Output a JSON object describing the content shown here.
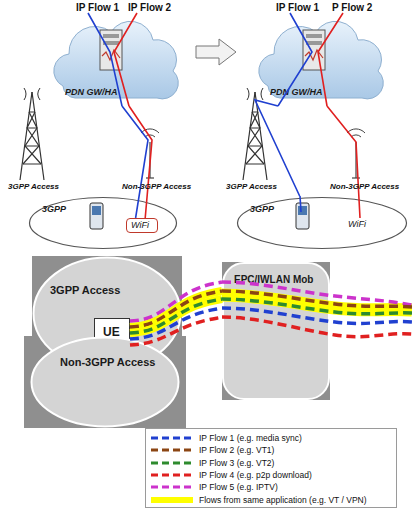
{
  "diagram": {
    "nodes": [
      {
        "text": [
          "PDN GW/HA"
        ]
      },
      {
        "text": [
          "3GPP"
        ]
      },
      {
        "text": [
          "WiFi"
        ],
        "in": 1
      },
      {
        "text": [
          "PDN GW/HA"
        ]
      },
      {
        "text": [
          "3GPP"
        ]
      },
      {
        "text": [
          "WiFi"
        ],
        "in": 4
      },
      {
        "text": [
          "3GPP Access"
        ]
      },
      {
        "text": [
          "Non-3GPP Access"
        ]
      },
      {
        "text": [
          "UE"
        ],
        "in": 6
      },
      {
        "text": [
          "EPC/IWLAN Mob"
        ]
      }
    ],
    "edges": [
      {
        "from": 0,
        "to": 2,
        "arrow": "none"
      },
      {
        "from": 0,
        "to": 2,
        "arrow": "none"
      },
      {
        "from": 3,
        "to": 4,
        "arrow": "none"
      },
      {
        "from": 3,
        "to": 5,
        "arrow": "none"
      },
      {
        "from": 8,
        "to": 9,
        "arrow": "none"
      },
      {
        "from": 8,
        "to": 9,
        "arrow": "none"
      },
      {
        "from": 8,
        "to": 9,
        "arrow": "none"
      },
      {
        "from": 8,
        "to": 9,
        "arrow": "none"
      },
      {
        "from": 8,
        "to": 9,
        "arrow": "none"
      }
    ],
    "labels": [
      "IP Flow 1",
      "IP Flow 2",
      "3GPP Access",
      "Non-3GPP Access",
      "IP Flow 1",
      "P Flow 2",
      "3GPP Access",
      "Non-3GPP Access"
    ],
    "legend": [
      {
        "text": "IP Flow 1 (e.g. media sync)"
      },
      {
        "text": "IP Flow 2 (e.g. VT1)"
      },
      {
        "text": "IP Flow 3 (e.g. VT2)"
      },
      {
        "text": "IP Flow 4 (e.g. p2p download)"
      },
      {
        "text": "IP Flow 5 (e.g. IPTV)"
      },
      {
        "text": "Flows from same application (e.g. VT / VPN)"
      }
    ]
  }
}
